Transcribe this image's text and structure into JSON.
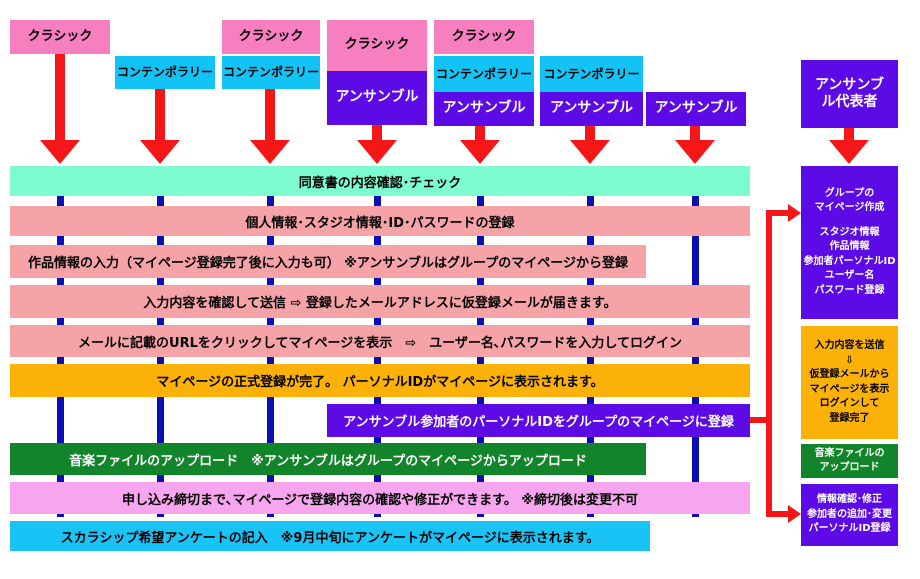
{
  "top_labels": {
    "classic": "クラシック",
    "contemporary": "コンテンポラリー",
    "ensemble": "アンサンブル",
    "ensemble_rep": "アンサンブル代表者"
  },
  "colors": {
    "classic": "#f77fbf",
    "contemporary": "#14c3f5",
    "ensemble": "#5c0ae6",
    "arrow": "#f51717",
    "line": "#0a10b4"
  },
  "steps": [
    {
      "text": "同意書の内容確認･チェック",
      "color": "#7dfbd1"
    },
    {
      "text": "個人情報･スタジオ情報･ID･パスワードの登録",
      "color": "#f5a3a7"
    },
    {
      "text": "作品情報の入力（マイページ登録完了後に入力も可） ※アンサンブルはグループのマイページから登録",
      "color": "#f5a3a7"
    },
    {
      "text": "入力内容を確認して送信 ⇨ 登録したメールアドレスに仮登録メールが届きます。",
      "color": "#f5a3a7"
    },
    {
      "text": "メールに記載のURLをクリックしてマイページを表示　⇨　ユーザー名､パスワードを入力してログイン",
      "color": "#f5a3a7"
    },
    {
      "text": "マイページの正式登録が完了。 パーソナルIDがマイページに表示されます。",
      "color": "#fcb109"
    },
    {
      "text": "アンサンブル参加者のパーソナルIDをグループのマイページに登録",
      "color": "#5c0ae6"
    },
    {
      "text": "音楽ファイルのアップロード　※アンサンブルはグループのマイページからアップロード",
      "color": "#12852b"
    },
    {
      "text": "申し込み締切まで､マイページで登録内容の確認や修正ができます。 ※締切後は変更不可",
      "color": "#f7a5ee"
    },
    {
      "text": "スカラシップ希望アンケートの記入　※9月中旬にアンケートがマイページに表示されます。",
      "color": "#1ac3f5"
    }
  ],
  "side": {
    "box1_lines": [
      "グループの",
      "マイページ作成",
      "",
      "スタジオ情報",
      "作品情報",
      "参加者パーソナルID",
      "ユーザー名",
      "パスワード登録"
    ],
    "box2_lines": [
      "入力内容を送信",
      "⇩",
      "仮登録メールから",
      "マイページを表示",
      "ログインして",
      "登録完了"
    ],
    "box3_lines": [
      "音楽ファイルの",
      "アップロード"
    ],
    "box4_lines": [
      "情報確認･修正",
      "参加者の追加･変更",
      "パーソナルID登録"
    ]
  }
}
